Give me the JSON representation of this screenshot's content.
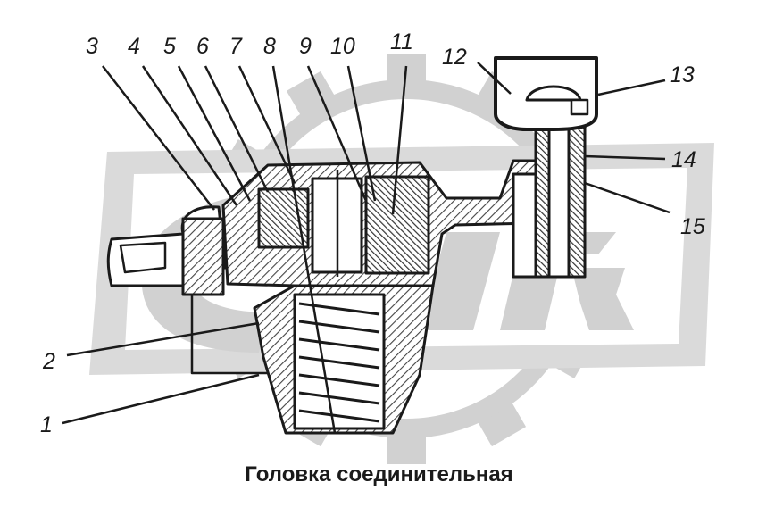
{
  "caption": "Головка соединительная",
  "callouts": [
    "1",
    "2",
    "3",
    "4",
    "5",
    "6",
    "7",
    "8",
    "9",
    "10",
    "11",
    "12",
    "13",
    "14",
    "15"
  ],
  "colors": {
    "ink": "#1a1a1a",
    "watermark": "#c9c9c9",
    "hatch": "#444444"
  },
  "watermark": {
    "type": "gear-logo",
    "icon": "gear-icon"
  }
}
